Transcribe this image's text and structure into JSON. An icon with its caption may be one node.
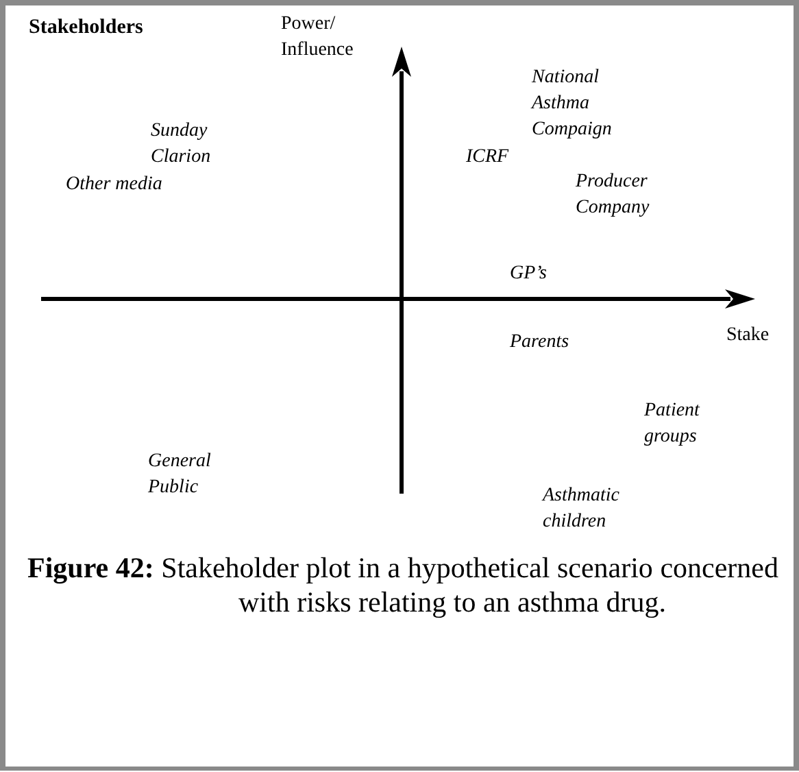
{
  "diagram": {
    "title": "Stakeholders",
    "caption": "**Figure 42:** Stakeholder plot in a hypothetical scenario concerned with risks relating to an asthma drug.",
    "labels": [
      "Power/ Influence",
      "National Asthma Compaign",
      "Sunday Clarion",
      "ICRF",
      "Other media",
      "Producer Company",
      "GP’s",
      "Parents",
      "Stake",
      "Patient groups",
      "General Public",
      "Asthmatic children"
    ]
  }
}
